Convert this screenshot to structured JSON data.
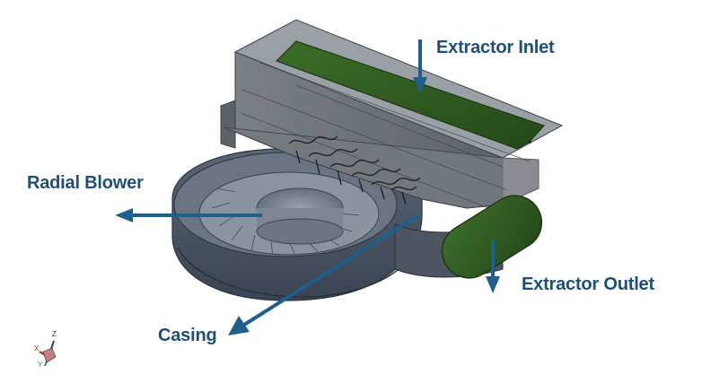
{
  "callouts": {
    "extractor_inlet": "Extractor Inlet",
    "radial_blower": "Radial Blower",
    "extractor_outlet": "Extractor Outlet",
    "casing": "Casing"
  },
  "axis_triad": {
    "x": "X",
    "y": "Y",
    "z": "Z"
  },
  "colors": {
    "callout_text": "#1F4E79",
    "arrow": "#1F5F8B",
    "boundary_green": "#2F5F1F",
    "housing_gray": "#6E7378",
    "blower_blue_gray": "#4E5A6A"
  }
}
